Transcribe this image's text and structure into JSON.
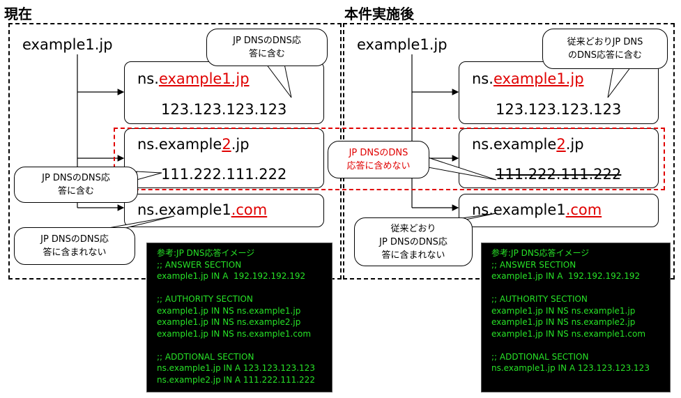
{
  "left": {
    "heading": "現在",
    "zone": "example1.jp",
    "ns1": {
      "prefix": "ns.",
      "red": "example1.jp",
      "ip": "123.123.123.123"
    },
    "ns2": {
      "prefix": "ns.example",
      "red": "2",
      "suffix": ".jp",
      "ip": "111.222.111.222"
    },
    "ns3": {
      "prefix": "ns.example1",
      "red": ".com"
    },
    "callout_ns1": [
      "JP DNSのDNS応",
      "答に含む"
    ],
    "callout_ns2": [
      "JP DNSのDNS応",
      "答に含む"
    ],
    "callout_ns3": [
      "JP DNSのDNS応",
      "答に含まれない"
    ],
    "terminal": [
      "参考:JP DNS応答イメージ",
      ";; ANSWER SECTION",
      "example1.jp IN A  192.192.192.192",
      "",
      ";; AUTHORITY SECTION",
      "example1.jp IN NS ns.example1.jp",
      "example1.jp IN NS ns.example2.jp",
      "example1.jp IN NS ns.example1.com",
      "",
      ";; ADDTIONAL SECTION",
      "ns.example1.jp IN A 123.123.123.123",
      "ns.example2.jp IN A 111.222.111.222"
    ]
  },
  "right": {
    "heading": "本件実施後",
    "zone": "example1.jp",
    "ns1": {
      "prefix": "ns.",
      "red": "example1.jp",
      "ip": "123.123.123.123"
    },
    "ns2": {
      "prefix": "ns.example",
      "red": "2",
      "suffix": ".jp",
      "ip": "111.222.111.222"
    },
    "ns3": {
      "prefix": "ns.example1",
      "red": ".com"
    },
    "callout_ns1": [
      "従来どおりJP DNS",
      "のDNS応答に含む"
    ],
    "callout_ns2": [
      "JP DNSのDNS",
      "応答に含めない"
    ],
    "callout_ns3": [
      "従来どおり",
      "JP DNSのDNS応",
      "答に含まれない"
    ],
    "terminal": [
      "参考:JP DNS応答イメージ",
      ";; ANSWER SECTION",
      "example1.jp IN A  192.192.192.192",
      "",
      ";; AUTHORITY SECTION",
      "example1.jp IN NS ns.example1.jp",
      "example1.jp IN NS ns.example2.jp",
      "example1.jp IN NS ns.example1.com",
      "",
      ";; ADDTIONAL SECTION",
      "ns.example1.jp IN A 123.123.123.123"
    ]
  }
}
